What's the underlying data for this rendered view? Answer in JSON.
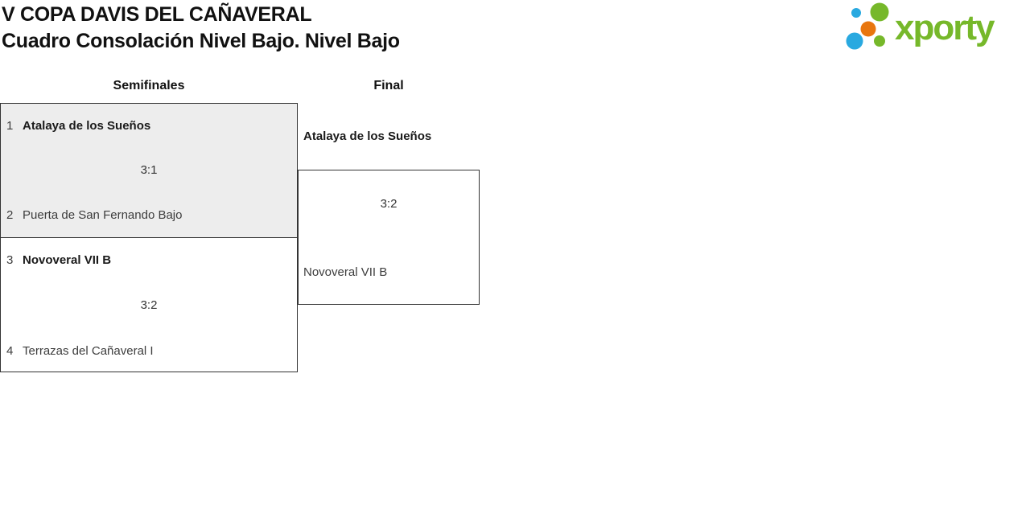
{
  "header": {
    "title": "V COPA DAVIS DEL CAÑAVERAL",
    "subtitle": "Cuadro Consolación Nivel Bajo. Nivel Bajo"
  },
  "logo": {
    "brand": "xporty",
    "colors": {
      "green": "#76b82a",
      "blue": "#29a9e0",
      "orange": "#e8760e"
    }
  },
  "bracket": {
    "rounds": [
      {
        "label": "Semifinales"
      },
      {
        "label": "Final"
      }
    ],
    "semifinal1": {
      "team1": {
        "seed": "1",
        "name": "Atalaya de los Sueños",
        "winner": true
      },
      "score": "3:1",
      "team2": {
        "seed": "2",
        "name": "Puerta de San Fernando Bajo",
        "winner": false
      }
    },
    "semifinal2": {
      "team1": {
        "seed": "3",
        "name": "Novoveral VII B",
        "winner": true
      },
      "score": "3:2",
      "team2": {
        "seed": "4",
        "name": "Terrazas del Cañaveral I",
        "winner": false
      }
    },
    "final": {
      "team1": {
        "name": "Atalaya de los Sueños",
        "winner": true
      },
      "score": "3:2",
      "team2": {
        "name": "Novoveral VII B",
        "winner": false
      }
    }
  }
}
